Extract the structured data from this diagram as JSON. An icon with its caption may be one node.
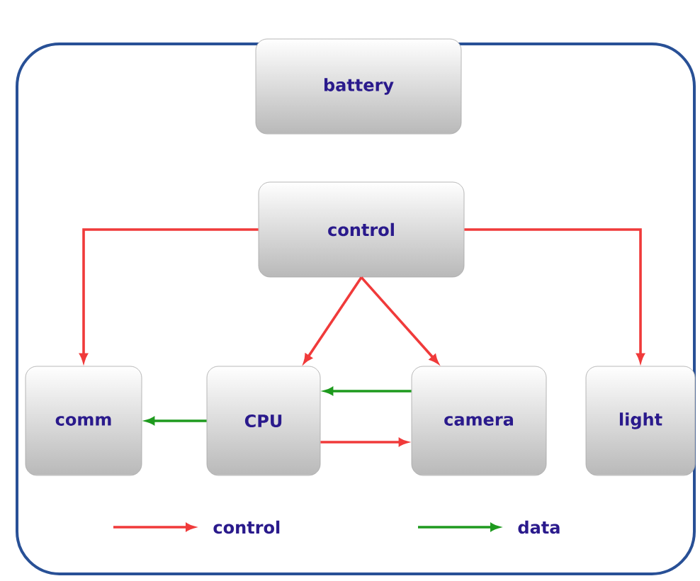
{
  "diagram": {
    "nodes": [
      {
        "text": [
          "battery"
        ]
      },
      {
        "text": [
          "control"
        ]
      },
      {
        "text": [
          "comm"
        ]
      },
      {
        "text": [
          "CPU"
        ]
      },
      {
        "text": [
          "camera"
        ]
      },
      {
        "text": [
          "light"
        ]
      }
    ],
    "edges": [
      {
        "from": 1,
        "to": 2,
        "arrow": "to"
      },
      {
        "from": 1,
        "to": 3,
        "arrow": "to"
      },
      {
        "from": 1,
        "to": 4,
        "arrow": "to"
      },
      {
        "from": 1,
        "to": 5,
        "arrow": "to"
      },
      {
        "from": 3,
        "to": 4,
        "arrow": "to"
      },
      {
        "from": 3,
        "to": 2,
        "arrow": "to",
        "color": "#1e9a1e"
      },
      {
        "from": 4,
        "to": 3,
        "arrow": "to",
        "color": "#1e9a1e"
      }
    ],
    "legend": [
      {
        "text": "control"
      },
      {
        "text": "data"
      }
    ]
  }
}
